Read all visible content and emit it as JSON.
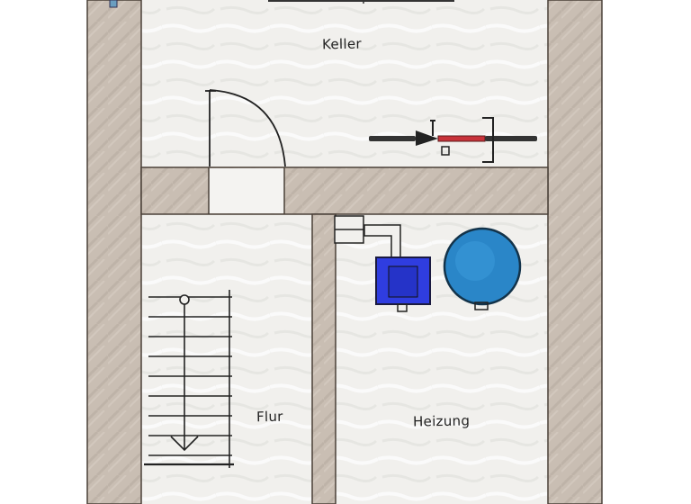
{
  "rooms": {
    "keller": "Keller",
    "flur": "Flur",
    "heizung": "Heizung"
  },
  "colors": {
    "wall": "#c8bdb2",
    "wall_edge": "#4a4038",
    "floor": "#f0efec",
    "boiler": "#2f3de0",
    "tank": "#2a86c8",
    "bike_frame": "#c8323a",
    "line": "#222222"
  },
  "icons": [
    "door-swing-icon",
    "bicycle-icon",
    "boiler-icon",
    "water-tank-icon",
    "staircase-icon",
    "chimney-flue-icon"
  ]
}
